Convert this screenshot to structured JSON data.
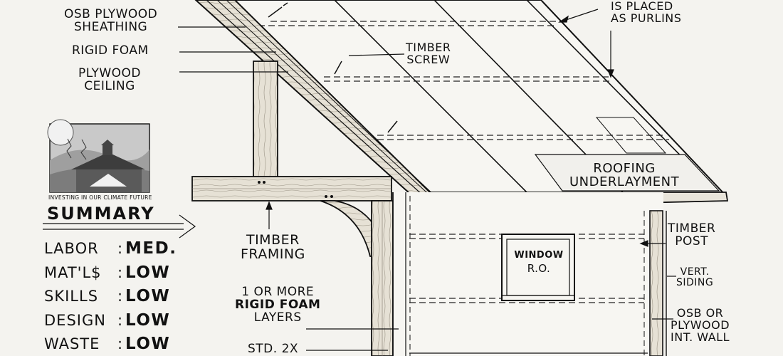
{
  "labels": {
    "osb_sheathing": [
      "OSB PLYWOOD",
      "SHEATHING"
    ],
    "rigid_foam": "RIGID FOAM",
    "plywood_ceiling": [
      "PLYWOOD",
      "CEILING"
    ],
    "purlins": [
      "IS PLACED",
      "AS PURLINS"
    ],
    "timber_screw": [
      "TIMBER",
      "SCREW"
    ],
    "roofing_underlayment": [
      "ROOFING",
      "UNDERLAYMENT"
    ],
    "timber_framing": [
      "TIMBER",
      "FRAMING"
    ],
    "rigid_foam_layers": [
      "1 OR MORE",
      "RIGID FOAM",
      "LAYERS"
    ],
    "std_2x": "STD. 2X",
    "window_ro": [
      "WINDOW",
      "R.O."
    ],
    "timber_post": [
      "TIMBER",
      "POST"
    ],
    "vert_siding": [
      "VERT.",
      "SIDING"
    ],
    "osb_int_wall": [
      "OSB OR",
      "PLYWOOD",
      "INT. WALL"
    ]
  },
  "logo": {
    "caption": "INVESTING IN OUR CLIMATE FUTURE"
  },
  "summary": {
    "title": "SUMMARY",
    "rows": [
      {
        "key": "LABOR",
        "value": "MED."
      },
      {
        "key": "MAT'L$",
        "value": "LOW"
      },
      {
        "key": "SKILLS",
        "value": "LOW"
      },
      {
        "key": "DESIGN",
        "value": "LOW"
      },
      {
        "key": "WASTE",
        "value": "LOW"
      }
    ]
  },
  "colors": {
    "paper": "#f4f3ef",
    "ink": "#111111",
    "wood": "#dcd6c8",
    "logo_sky": "#c9c9c9"
  }
}
